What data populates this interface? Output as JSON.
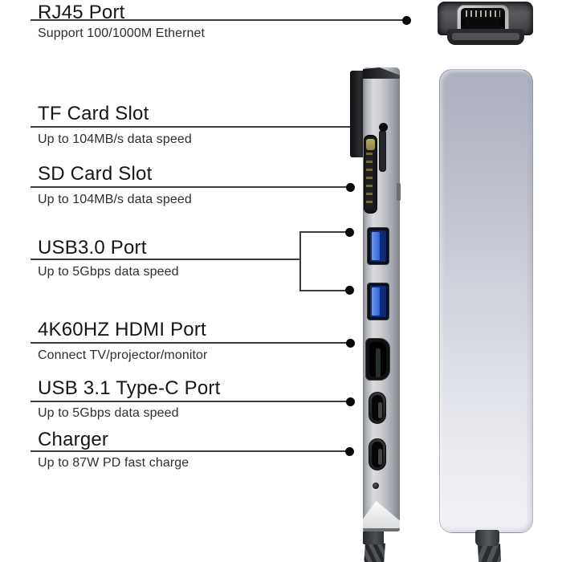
{
  "image_type": "usb-c-hub-port-callout-diagram",
  "callouts": [
    {
      "title": "RJ45 Port",
      "subtitle": "Support 100/1000M Ethernet"
    },
    {
      "title": "TF Card Slot",
      "subtitle": "Up to 104MB/s data speed"
    },
    {
      "title": "SD Card Slot",
      "subtitle": "Up to 104MB/s data speed"
    },
    {
      "title": "USB3.0 Port",
      "subtitle": "Up to 5Gbps data speed"
    },
    {
      "title": "4K60HZ HDMI Port",
      "subtitle": "Connect TV/projector/monitor"
    },
    {
      "title": "USB 3.1 Type-C Port",
      "subtitle": "Up to 5Gbps data speed"
    },
    {
      "title": "Charger",
      "subtitle": "Up to 87W PD fast charge"
    }
  ],
  "colors": {
    "background": "#ffffff",
    "text": "#161616",
    "leader_line": "#3d3d3d",
    "usb_blue": "#2f62d8",
    "slab_top": "#adb0bf",
    "slab_bottom": "#eff1f4"
  }
}
